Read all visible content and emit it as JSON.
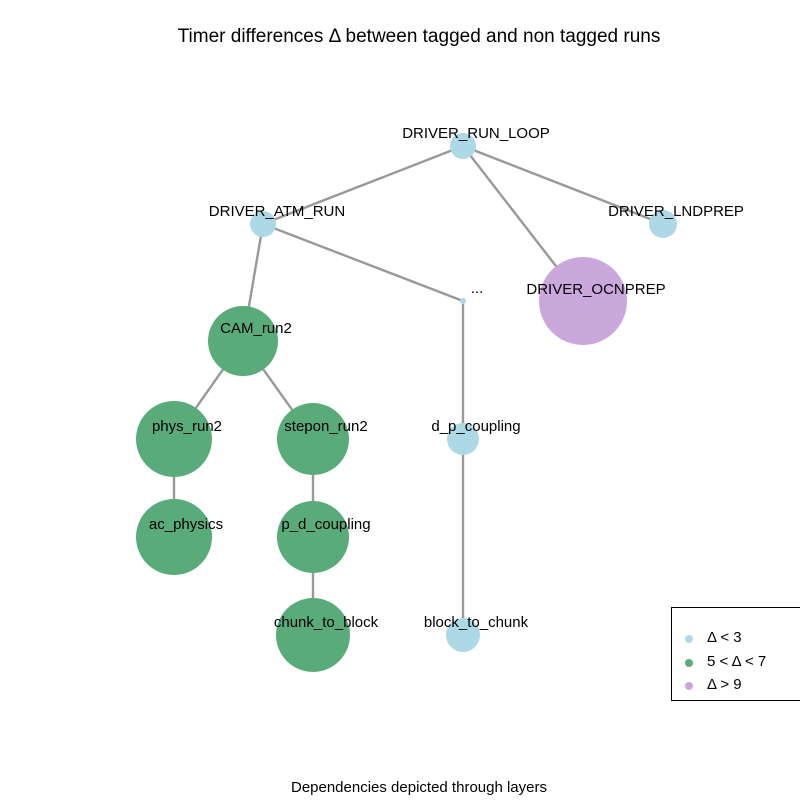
{
  "title": "Timer differences Δ  between tagged and non tagged runs",
  "caption": "Dependencies depicted through layers",
  "colors": {
    "light_blue": "#add8e6",
    "green": "#5aab7a",
    "purple": "#cba8dc",
    "edge": "#999999"
  },
  "nodes": [
    {
      "id": "driver_run_loop",
      "label": "DRIVER_RUN_LOOP",
      "category": "lt3"
    },
    {
      "id": "driver_atm_run",
      "label": "DRIVER_ATM_RUN",
      "category": "lt3"
    },
    {
      "id": "driver_lndprep",
      "label": "DRIVER_LNDPREP",
      "category": "lt3"
    },
    {
      "id": "ellipsis",
      "label": "...",
      "category": "lt3"
    },
    {
      "id": "driver_ocnprep",
      "label": "DRIVER_OCNPREP",
      "category": "gt9"
    },
    {
      "id": "cam_run2",
      "label": "CAM_run2",
      "category": "5to7"
    },
    {
      "id": "phys_run2",
      "label": "phys_run2",
      "category": "5to7"
    },
    {
      "id": "stepon_run2",
      "label": "stepon_run2",
      "category": "5to7"
    },
    {
      "id": "d_p_coupling",
      "label": "d_p_coupling",
      "category": "lt3"
    },
    {
      "id": "ac_physics",
      "label": "ac_physics",
      "category": "5to7"
    },
    {
      "id": "p_d_coupling",
      "label": "p_d_coupling",
      "category": "5to7"
    },
    {
      "id": "chunk_to_block",
      "label": "chunk_to_block",
      "category": "5to7"
    },
    {
      "id": "block_to_chunk",
      "label": "block_to_chunk",
      "category": "lt3"
    }
  ],
  "edges": [
    [
      "driver_run_loop",
      "driver_atm_run"
    ],
    [
      "driver_run_loop",
      "driver_lndprep"
    ],
    [
      "driver_run_loop",
      "driver_ocnprep"
    ],
    [
      "driver_atm_run",
      "cam_run2"
    ],
    [
      "driver_atm_run",
      "ellipsis"
    ],
    [
      "cam_run2",
      "phys_run2"
    ],
    [
      "cam_run2",
      "stepon_run2"
    ],
    [
      "phys_run2",
      "ac_physics"
    ],
    [
      "stepon_run2",
      "p_d_coupling"
    ],
    [
      "p_d_coupling",
      "chunk_to_block"
    ],
    [
      "ellipsis",
      "d_p_coupling"
    ],
    [
      "d_p_coupling",
      "block_to_chunk"
    ]
  ],
  "legend": [
    {
      "category": "lt3",
      "label": "Δ  < 3",
      "color": "#add8e6"
    },
    {
      "category": "5to7",
      "label": "5 <  Δ  < 7",
      "color": "#5aab7a"
    },
    {
      "category": "gt9",
      "label": "Δ  > 9",
      "color": "#cba8dc"
    }
  ]
}
